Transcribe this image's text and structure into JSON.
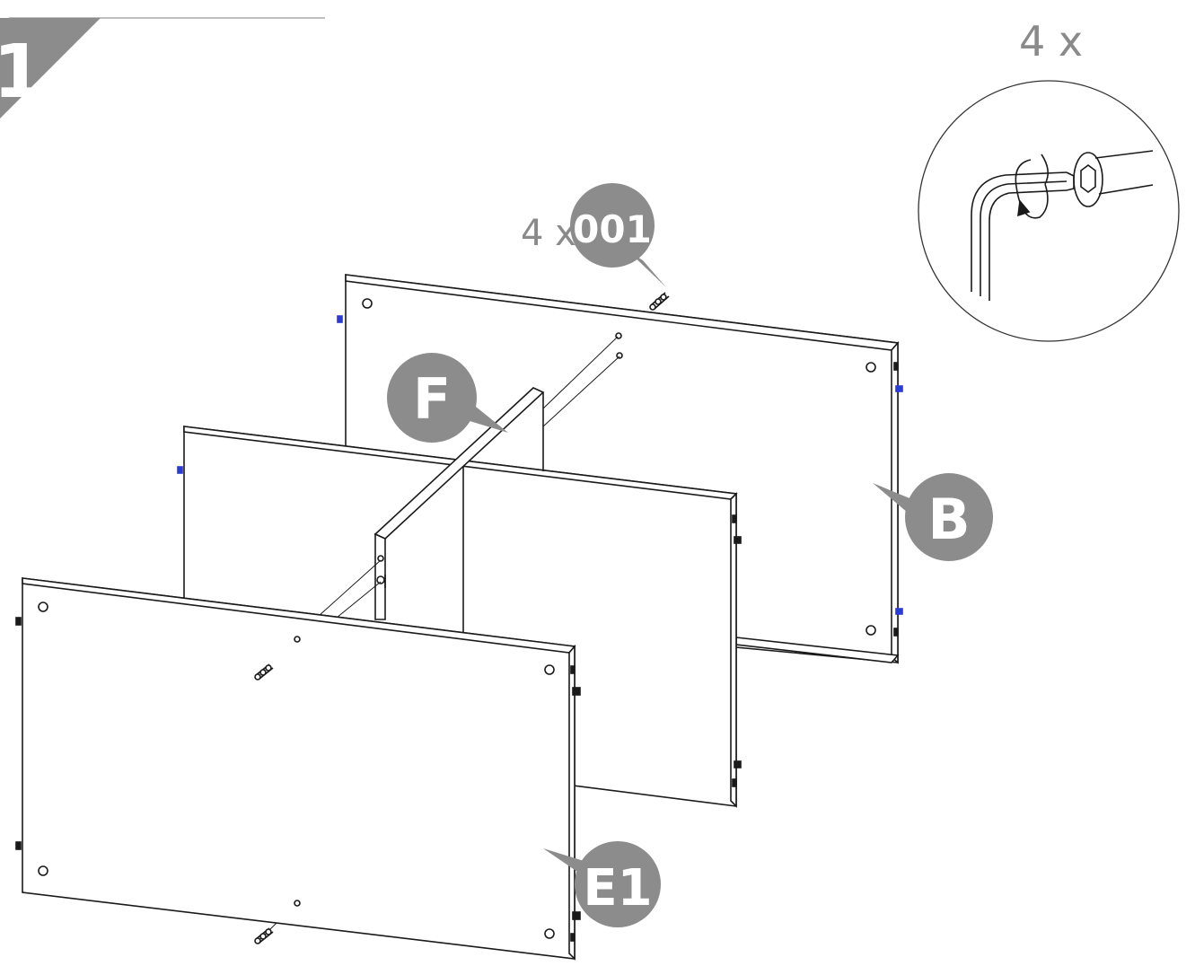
{
  "step": {
    "number": "1"
  },
  "tool": {
    "quantity": "4 x",
    "icon": "allen-key-icon"
  },
  "hardware": {
    "quantity": "4 x",
    "code": "001"
  },
  "parts": {
    "back": "B",
    "divider": "F",
    "side": "E1"
  },
  "colors": {
    "bubble": "#8c8c8c",
    "line": "#1a1a1a",
    "accent": "#2a3bd6"
  }
}
